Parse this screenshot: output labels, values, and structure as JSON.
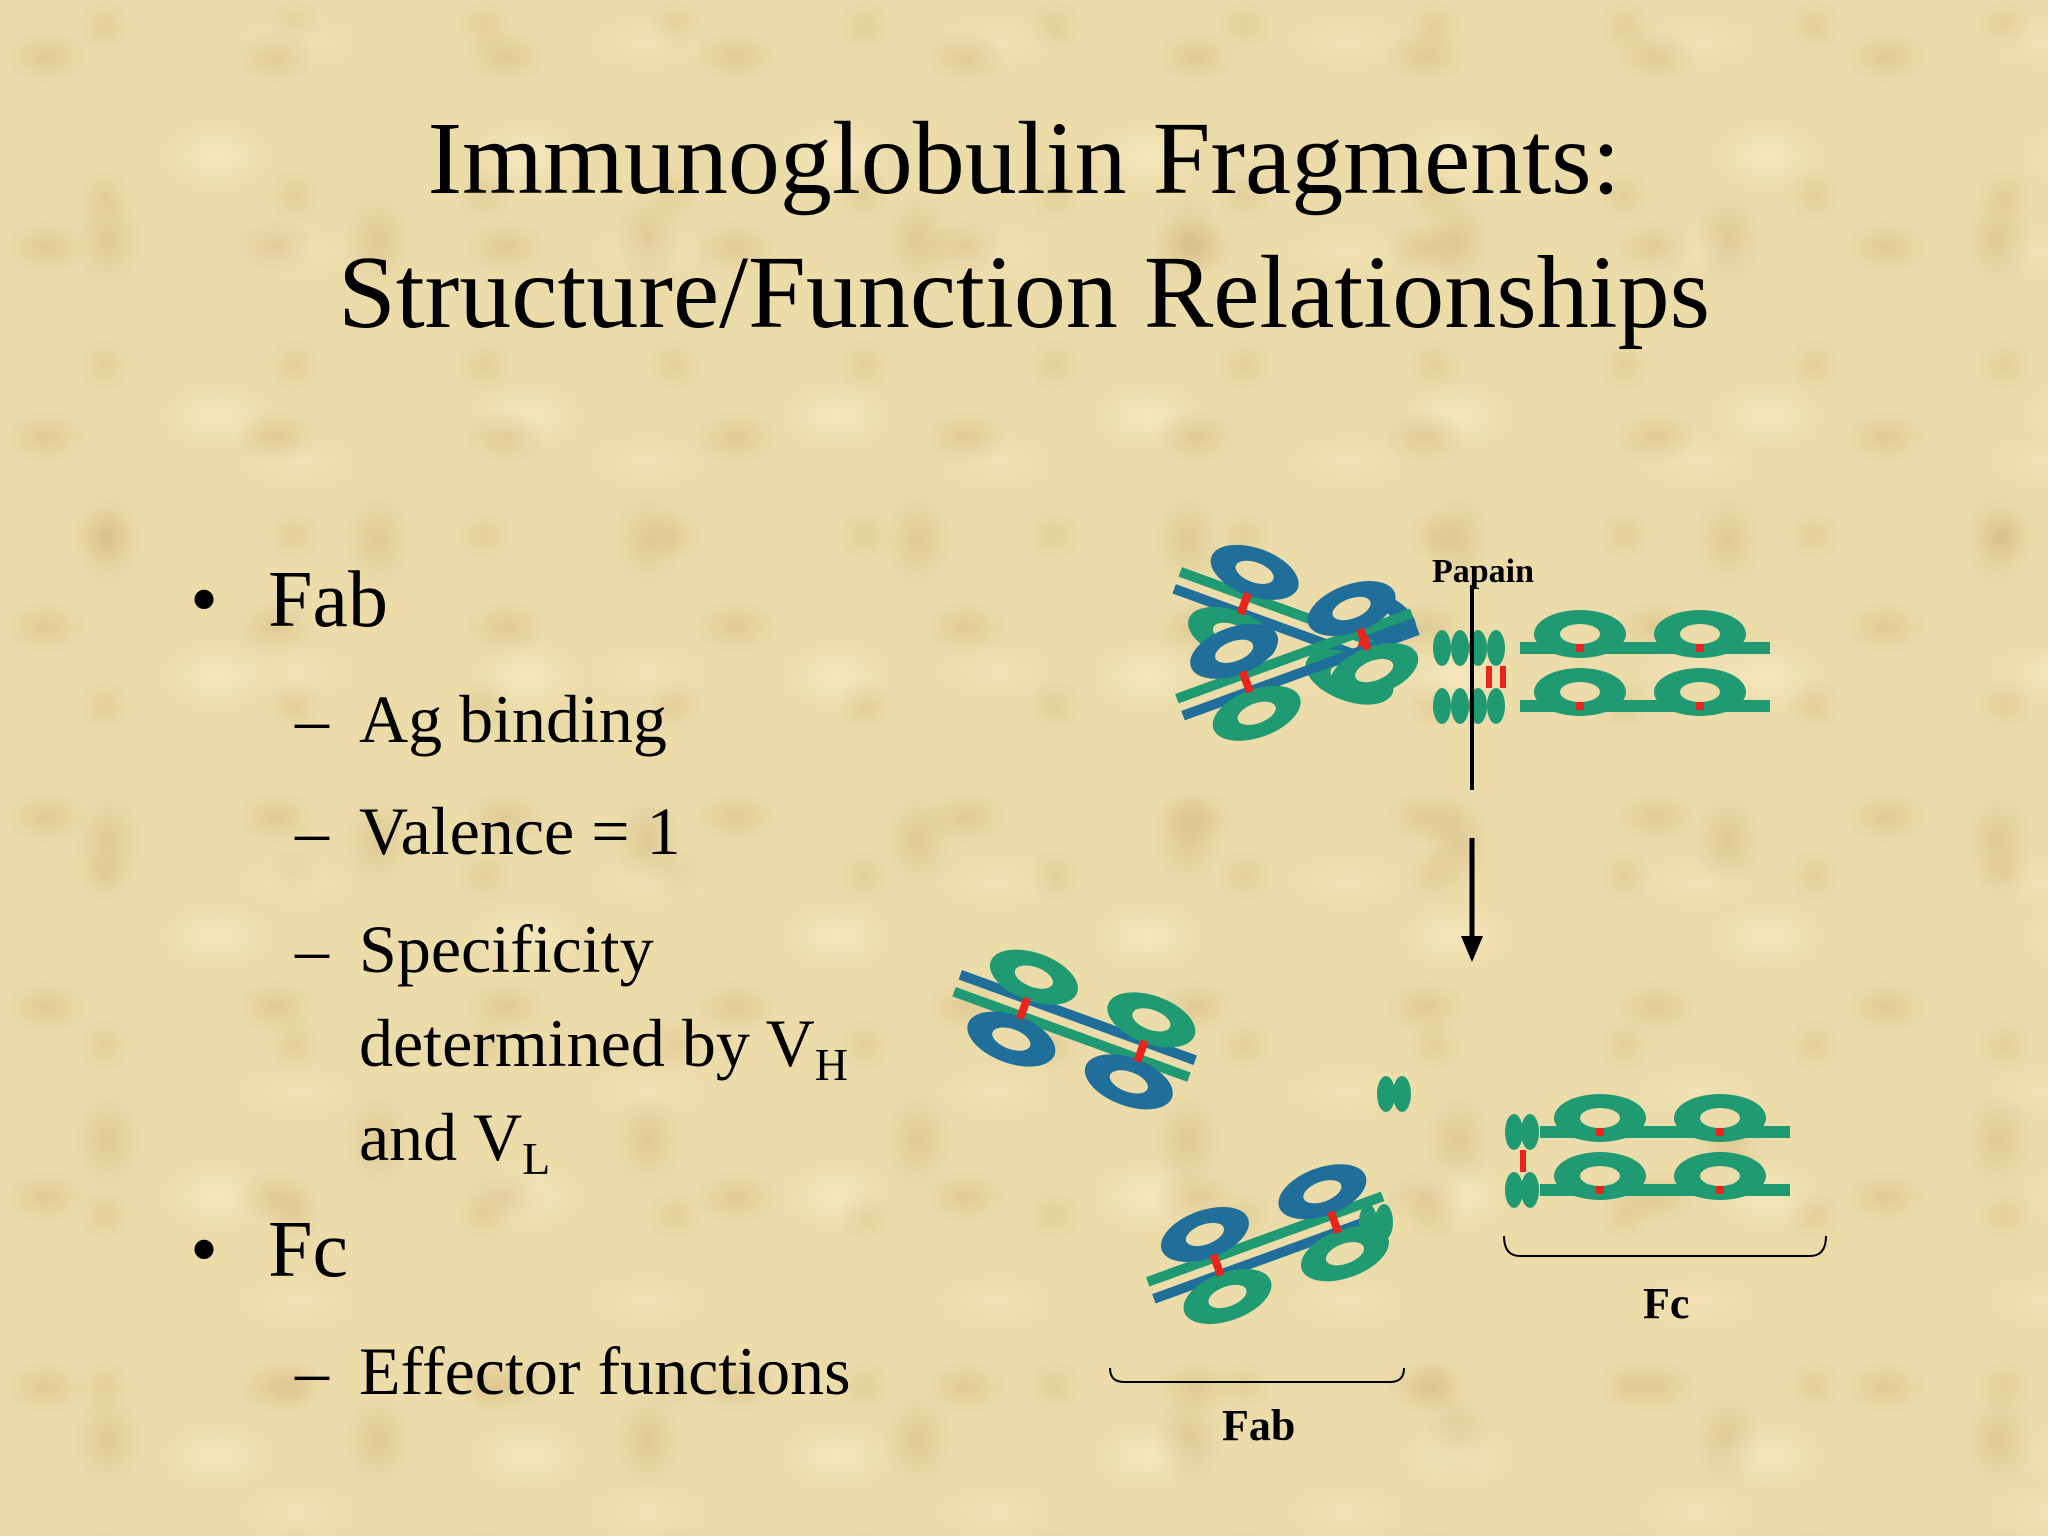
{
  "title": {
    "line1": "Immunoglobulin Fragments:",
    "line2": "Structure/Function Relationships"
  },
  "bullets": {
    "fab": {
      "label": "Fab",
      "items": {
        "ag_binding": "Ag binding",
        "valence": "Valence = 1",
        "specificity_line1": "Specificity",
        "specificity_line2": "determined by V",
        "specificity_sub1": "H",
        "specificity_line3": "and V",
        "specificity_sub2": "L"
      }
    },
    "fc": {
      "label": "Fc",
      "items": {
        "effector": "Effector functions"
      }
    }
  },
  "bullet_glyph": "•",
  "dash_glyph": "–",
  "diagram": {
    "enzyme_label": "Papain",
    "fab_label": "Fab",
    "fc_label": "Fc",
    "colors": {
      "heavy_chain": "#1f9a72",
      "light_chain": "#1f6f9a",
      "disulfide": "#e8241c"
    }
  }
}
